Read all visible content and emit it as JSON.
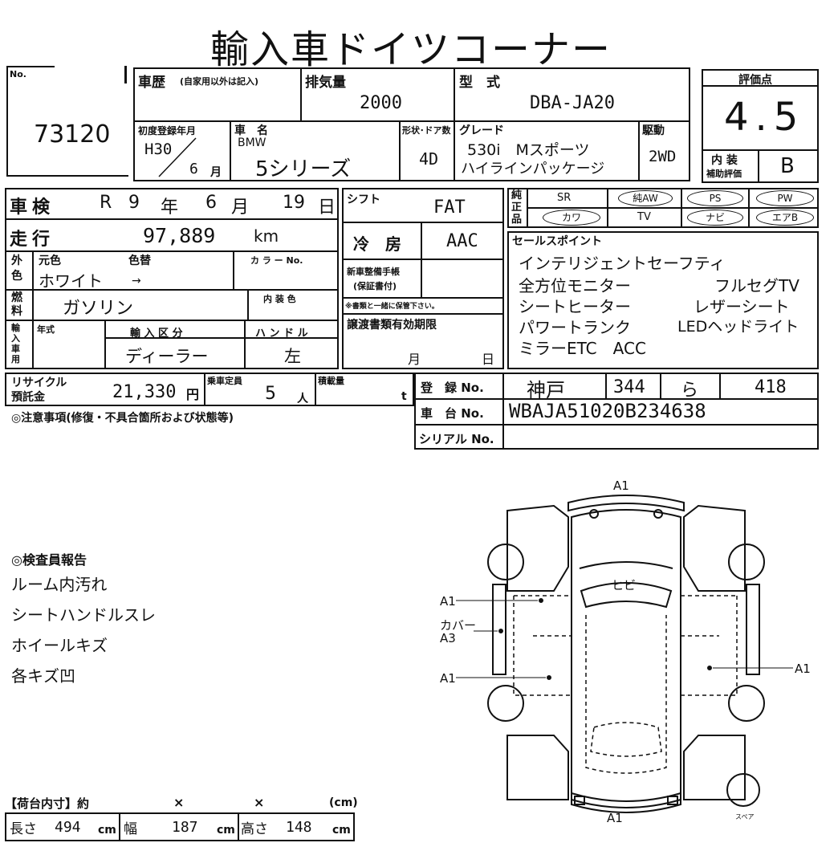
{
  "title": "輸入車ドイツコーナー",
  "lot": {
    "no_label": "No.",
    "number": "73120"
  },
  "history": {
    "label": "車歴",
    "note": "(自家用以外は記入)"
  },
  "displacement": {
    "label": "排気量",
    "value": "2000"
  },
  "model": {
    "label": "型　式",
    "value": "DBA-JA20"
  },
  "score": {
    "label": "評価点",
    "value": "4.5",
    "interior_label1": "内 装",
    "interior_label2": "補助評価",
    "interior_value": "B"
  },
  "first_reg": {
    "label": "初度登録年月",
    "year": "H30",
    "month": "6",
    "month_unit": "月"
  },
  "car_name": {
    "label": "車　名",
    "maker": "BMW",
    "value": "5シリーズ"
  },
  "doors": {
    "label": "形状･ドア数",
    "value": "4D"
  },
  "grade": {
    "label": "グレード",
    "line1": "530i　Mスポーツ",
    "line2": "ハイラインパッケージ"
  },
  "drive": {
    "label": "駆動",
    "value": "2WD"
  },
  "inspection": {
    "label": "車検",
    "era": "R",
    "year": "9",
    "year_unit": "年",
    "month": "6",
    "month_unit": "月",
    "day": "19",
    "day_unit": "日"
  },
  "shift": {
    "label": "シフト",
    "value": "FAT"
  },
  "genuine": {
    "label": "純正品",
    "items": [
      "SR",
      "純AW",
      "PS",
      "PW",
      "カワ",
      "TV",
      "ナビ",
      "エアB"
    ]
  },
  "mileage": {
    "label": "走行",
    "value": "97,889",
    "unit": "km"
  },
  "aircon": {
    "label": "冷　房",
    "value": "AAC"
  },
  "sales_points": {
    "label": "セールスポイント",
    "lines": [
      [
        "インテリジェントセーフティ",
        ""
      ],
      [
        "全方位モニター",
        "フルセグTV"
      ],
      [
        "シートヒーター",
        "レザーシート"
      ],
      [
        "パワートランク",
        "LEDヘッドライト"
      ],
      [
        "ミラーETC　ACC",
        ""
      ]
    ]
  },
  "color": {
    "side_label": "外色",
    "orig_label": "元色",
    "change_label": "色替",
    "value": "ホワイト",
    "arrow": "→",
    "code_label": "カ ラ ー No."
  },
  "maintenance": {
    "label1": "新車整備手帳",
    "label2": "(保証書付)",
    "note": "※書類と一緒に保管下さい。"
  },
  "fuel": {
    "label": "燃料",
    "value": "ガソリン",
    "interior_color_label": "内 装 色"
  },
  "import": {
    "side_label": "輸入車用",
    "year_label": "年式",
    "type_label": "輸 入 区 分",
    "type_value": "ディーラー",
    "handle_label": "ハ ン ド ル",
    "handle_value": "左"
  },
  "transfer": {
    "label": "譲渡書類有効期限",
    "month_unit": "月",
    "day_unit": "日"
  },
  "recycle": {
    "label1": "リサイクル",
    "label2": "預託金",
    "value": "21,330",
    "unit": "円"
  },
  "capacity": {
    "label": "乗車定員",
    "value": "5",
    "unit": "人"
  },
  "load": {
    "label": "積載量",
    "unit": "t"
  },
  "registration": {
    "label": "登　録 No.",
    "area": "神戸",
    "class": "344",
    "kana": "ら",
    "number": "418"
  },
  "chassis": {
    "label": "車　台 No.",
    "value": "WBAJA51020B234638"
  },
  "serial": {
    "label": "シリアル No."
  },
  "notes_label": "◎注意事項(修復・不具合箇所および状態等)",
  "inspector": {
    "label": "◎検査員報告",
    "items": [
      "ルーム内汚れ",
      "シートハンドルスレ",
      "ホイールキズ",
      "各キズ凹"
    ]
  },
  "cargo": {
    "label": "【荷台内寸】約",
    "x": "×",
    "unit_label": "(cm)",
    "length_label": "長さ",
    "length": "494",
    "width_label": "幅",
    "width": "187",
    "height_label": "高さ",
    "height": "148",
    "unit": "cm"
  },
  "diagram": {
    "top": "A1",
    "bottom": "A1",
    "left1": "A1",
    "left2_a": "カバー",
    "left2_b": "A3",
    "left3": "A1",
    "right": "A1",
    "crack": "ヒビ",
    "spare": "スペア"
  }
}
